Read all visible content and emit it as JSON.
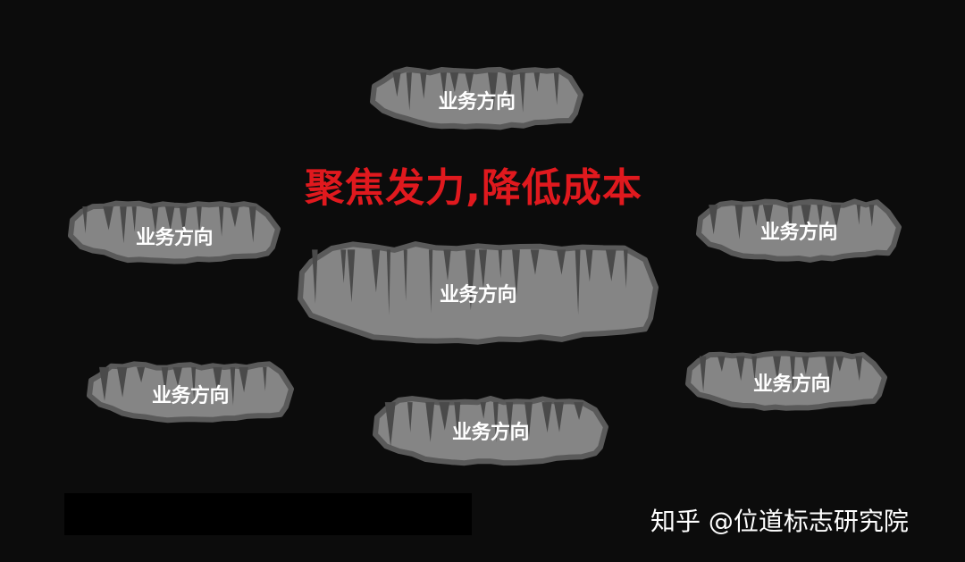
{
  "headline": "聚焦发力,降低成本",
  "rocks": [
    {
      "label": "业务方向"
    },
    {
      "label": "业务方向"
    },
    {
      "label": "业务方向"
    },
    {
      "label": "业务方向"
    },
    {
      "label": "业务方向"
    },
    {
      "label": "业务方向"
    },
    {
      "label": "业务方向"
    }
  ],
  "watermark": "知乎 @位道标志研究院",
  "colors": {
    "background": "#0c0c0c",
    "headline": "#e0191e",
    "rock_fill": "#858585",
    "rock_outline": "#5a5a5a",
    "rock_shadow": "#4a4a4a",
    "label": "#ffffff"
  }
}
